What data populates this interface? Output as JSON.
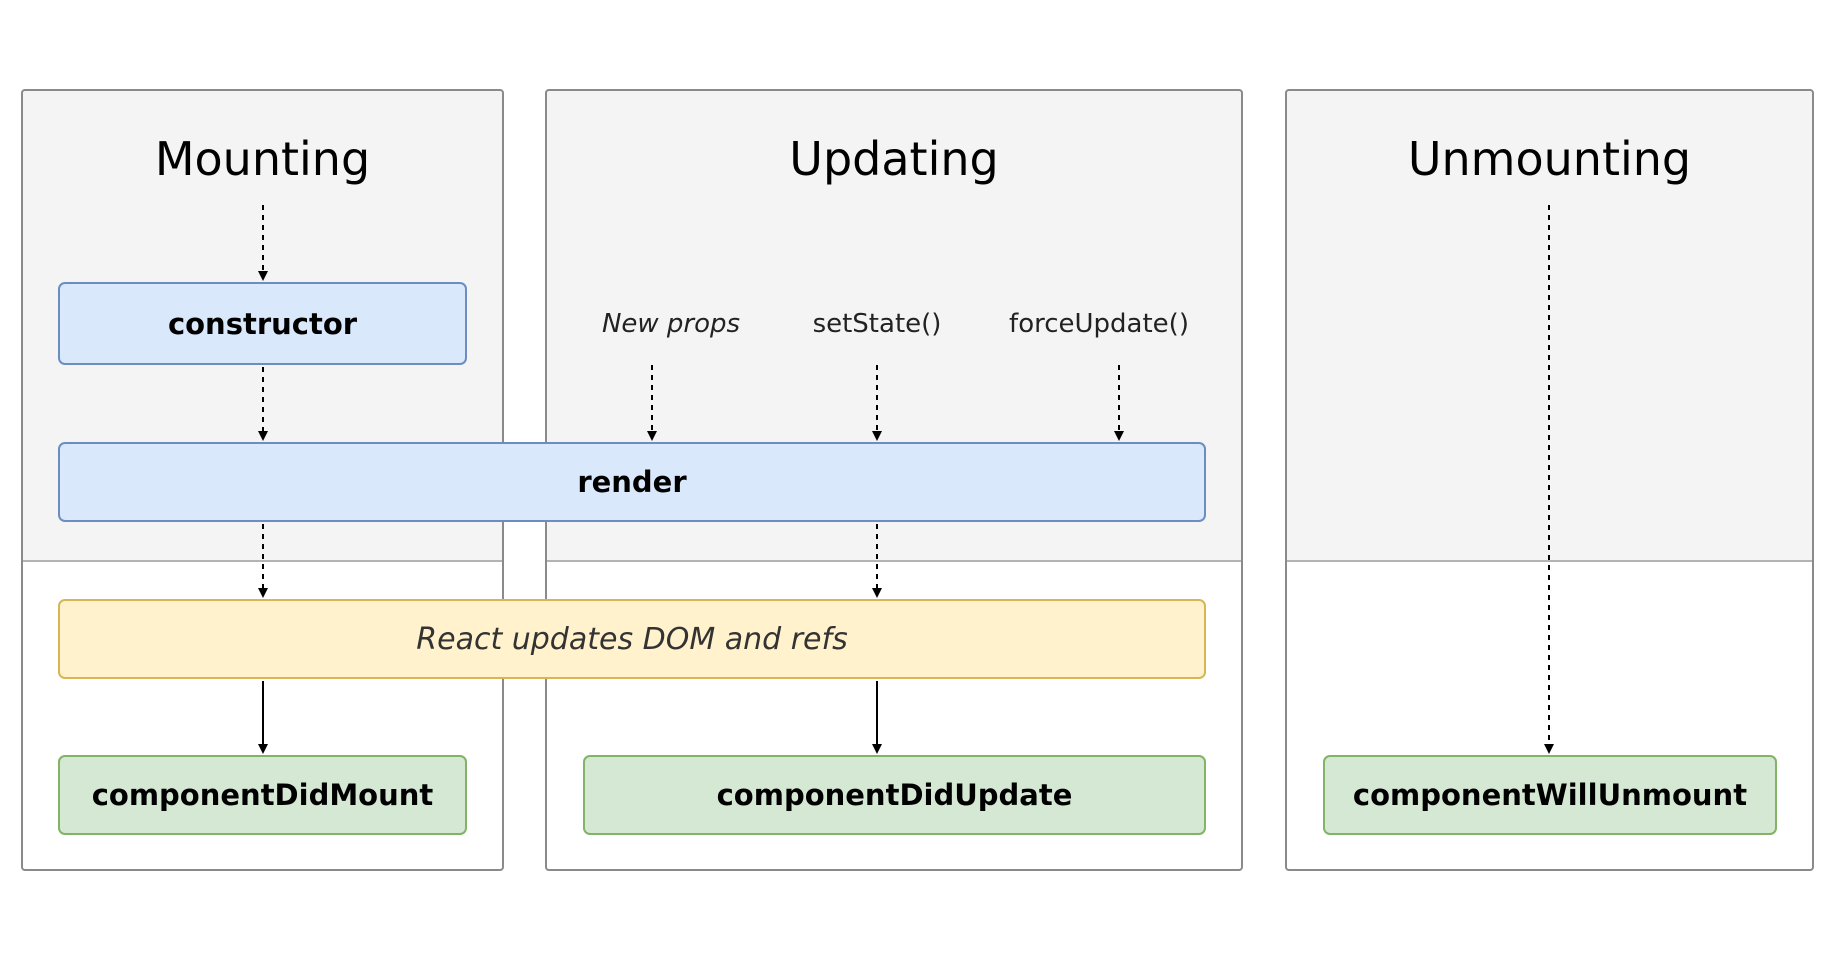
{
  "phases": {
    "mounting": "Mounting",
    "updating": "Updating",
    "unmounting": "Unmounting"
  },
  "methods": {
    "constructor": "constructor",
    "render": "render",
    "dom_update": "React updates DOM and refs",
    "did_mount": "componentDidMount",
    "did_update": "componentDidUpdate",
    "will_unmount": "componentWillUnmount"
  },
  "triggers": {
    "new_props": "New props",
    "set_state": "setState()",
    "force_update": "forceUpdate()"
  },
  "colors": {
    "phase_background": "#f4f4f4",
    "render_phase_box": "#dae8fc",
    "commit_box": "#fff2cc",
    "lifecycle_box": "#d5e8d4"
  }
}
